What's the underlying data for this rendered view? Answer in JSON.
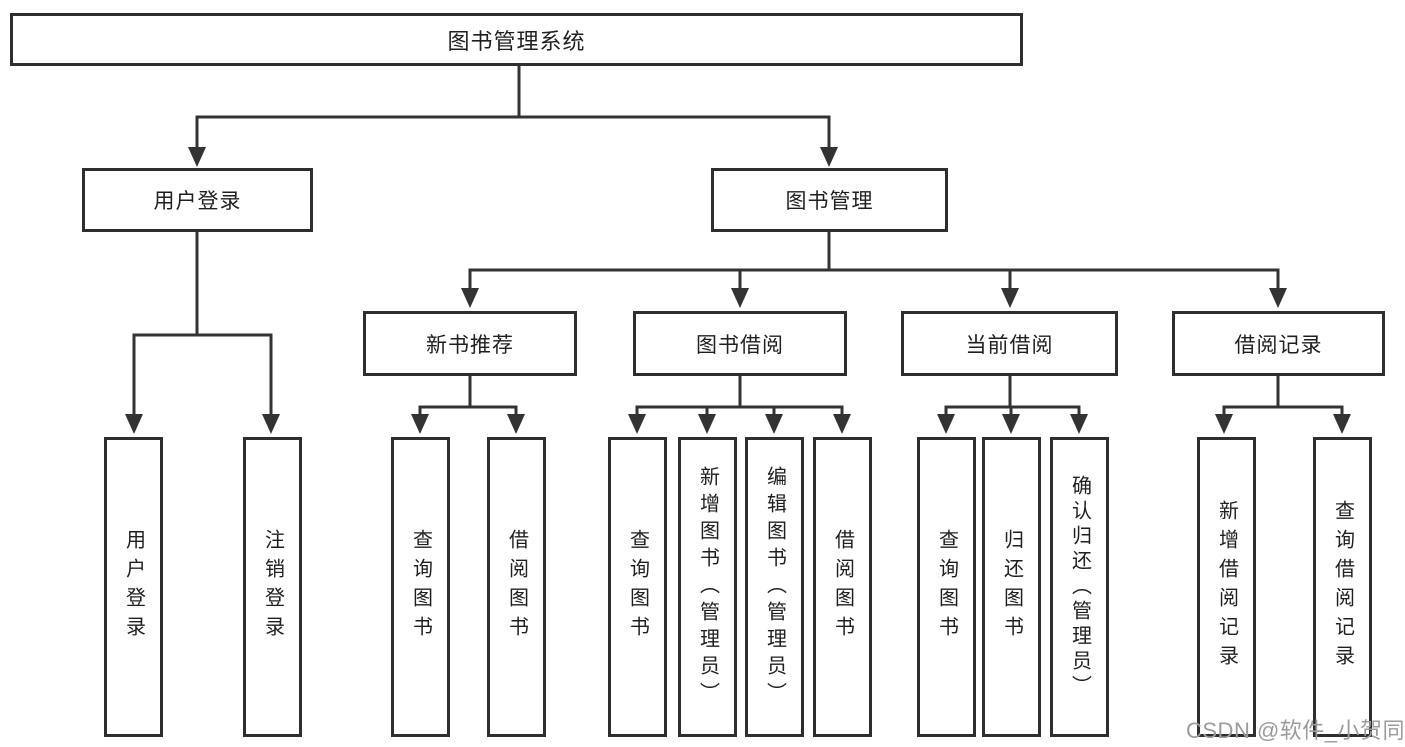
{
  "tree": {
    "label": "图书管理系统",
    "children": [
      {
        "label": "用户登录",
        "children": [
          {
            "label": "用户登录"
          },
          {
            "label": "注销登录"
          }
        ]
      },
      {
        "label": "图书管理",
        "children": [
          {
            "label": "新书推荐",
            "children": [
              {
                "label": "查询图书"
              },
              {
                "label": "借阅图书"
              }
            ]
          },
          {
            "label": "图书借阅",
            "children": [
              {
                "label": "查询图书"
              },
              {
                "label": "新增图书（管理员）"
              },
              {
                "label": "编辑图书（管理员）"
              },
              {
                "label": "借阅图书"
              }
            ]
          },
          {
            "label": "当前借阅",
            "children": [
              {
                "label": "查询图书"
              },
              {
                "label": "归还图书"
              },
              {
                "label": "确认归还（管理员）"
              }
            ]
          },
          {
            "label": "借阅记录",
            "children": [
              {
                "label": "新增借阅记录"
              },
              {
                "label": "查询借阅记录"
              }
            ]
          }
        ]
      }
    ]
  },
  "watermark": "CSDN @软件_小贺同学",
  "colors": {
    "line": "#333333",
    "box_border": "#2e2e2e",
    "text": "#1f1f1f",
    "background": "#ffffff",
    "watermark": "#9b9b9b"
  }
}
